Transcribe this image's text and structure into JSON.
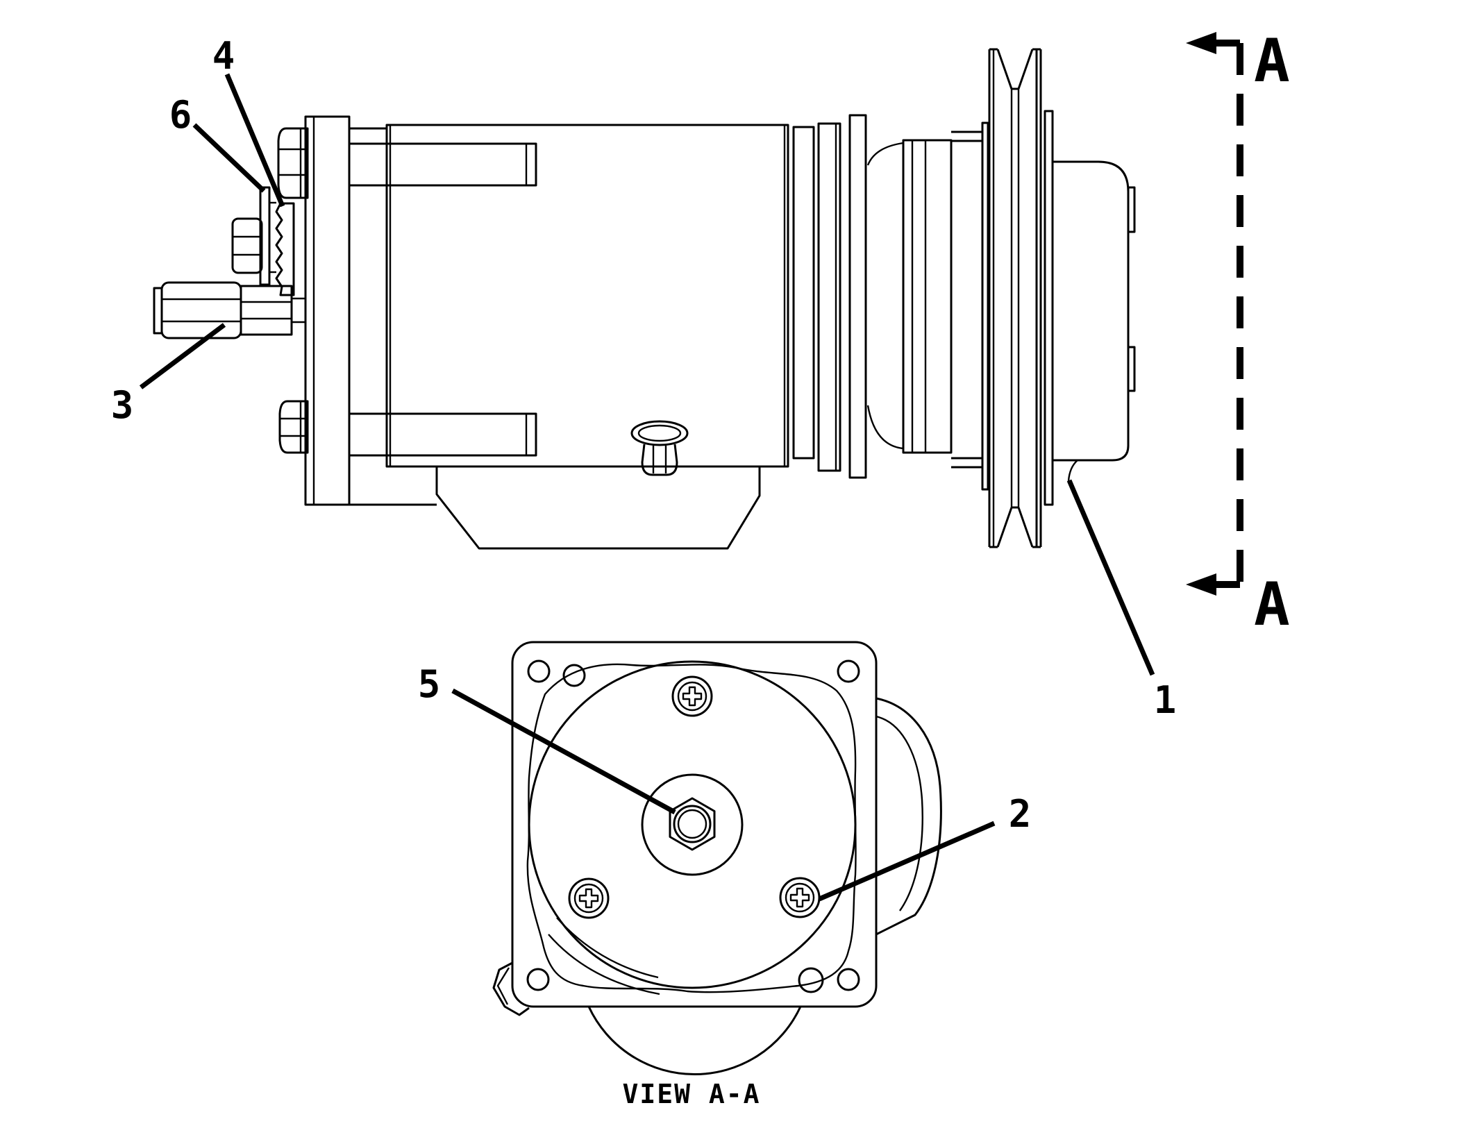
{
  "page": {
    "background": "#ffffff",
    "line_color": "#000000"
  },
  "drawing": {
    "caption": "VIEW A-A",
    "section_letters": {
      "top": "A",
      "bottom": "A"
    },
    "callouts": [
      {
        "number": "1"
      },
      {
        "number": "2"
      },
      {
        "number": "3"
      },
      {
        "number": "4"
      },
      {
        "number": "5"
      },
      {
        "number": "6"
      }
    ]
  }
}
